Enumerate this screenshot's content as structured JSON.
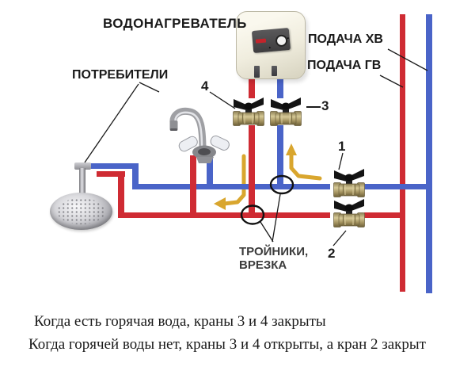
{
  "diagram": {
    "heater_label": "ВОДОНАГРЕВАТЕЛЬ",
    "consumers_label": "ПОТРЕБИТЕЛИ",
    "cold_supply_label": "ПОДАЧА ХВ",
    "hot_supply_label": "ПОДАЧА ГВ",
    "tees_label_line1": "ТРОЙНИКИ,",
    "tees_label_line2": "ВРЕЗКА",
    "valve_labels": {
      "v1": "1",
      "v2": "2",
      "v3": "3",
      "v4": "4"
    }
  },
  "notes": {
    "line1": "Когда есть горячая вода, краны 3 и 4 закрыты",
    "line2": "Когда горячей воды нет, краны 3 и 4 открыты, а кран 2 закрыт"
  },
  "colors": {
    "hot_pipe": "#cf2b33",
    "cold_pipe": "#4a64c8",
    "flow_arrow": "#d9a62e",
    "annotation": "#1a1a1a"
  }
}
